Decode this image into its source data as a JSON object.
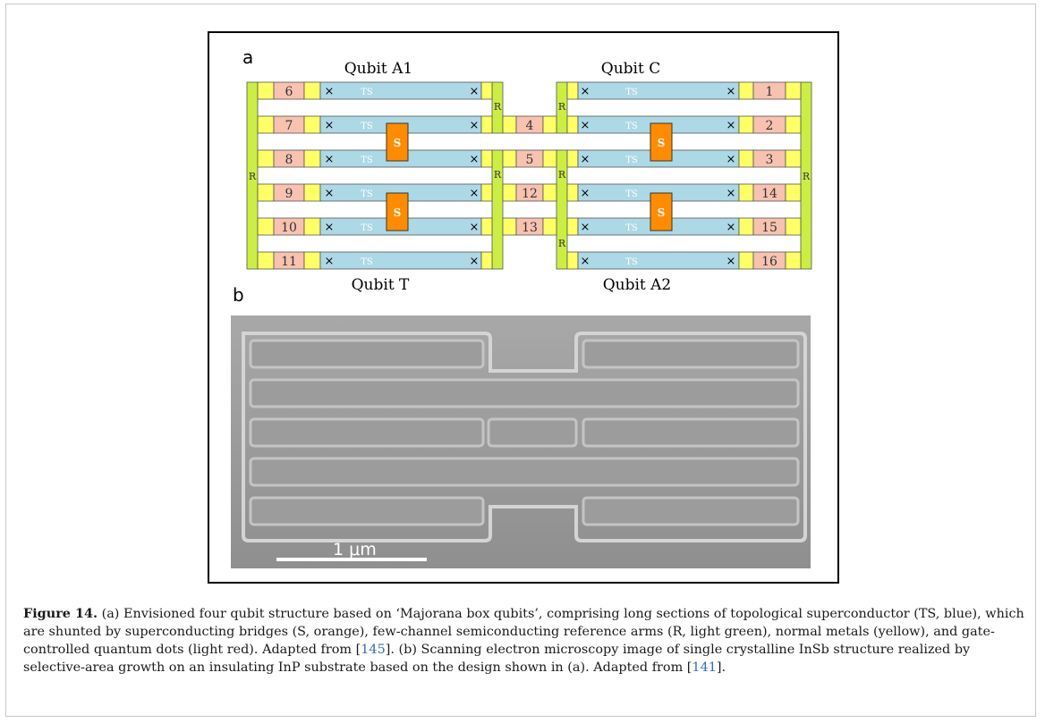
{
  "panel_a": {
    "letter": "a",
    "qubit_labels": {
      "a1": "Qubit A1",
      "c": "Qubit C",
      "t": "Qubit T",
      "a2": "Qubit A2"
    },
    "ts_label": "TS",
    "s_label": "S",
    "r_label": "R",
    "cross_symbol": "×",
    "left_dots": [
      "6",
      "7",
      "8",
      "9",
      "10",
      "11"
    ],
    "right_dots": [
      "1",
      "2",
      "3",
      "14",
      "15",
      "16"
    ],
    "center_dots": [
      "4",
      "5",
      "12",
      "13"
    ],
    "colors": {
      "ts": "#add8e6",
      "s": "#ff8c00",
      "r": "#ccee44",
      "dot": "#f7c2b0"
    }
  },
  "panel_b": {
    "letter": "b",
    "scale_label": "1 μm"
  },
  "caption": {
    "label": "Figure 14.",
    "part1": " (a) Envisioned four qubit structure based on ‘Majorana box qubits’, comprising long sections of topological superconductor (TS, blue), which are shunted by superconducting bridges (S, orange), few-channel semiconducting reference arms (R, light green), normal metals (yellow), and gate-controlled quantum dots (light red). Adapted from [",
    "ref1": "145",
    "part2": "]. (b) Scanning electron microscopy image of single crystalline InSb structure realized by selective-area growth on an insulating InP substrate based on the design shown in (a). Adapted from [",
    "ref2": "141",
    "part3": "]."
  }
}
